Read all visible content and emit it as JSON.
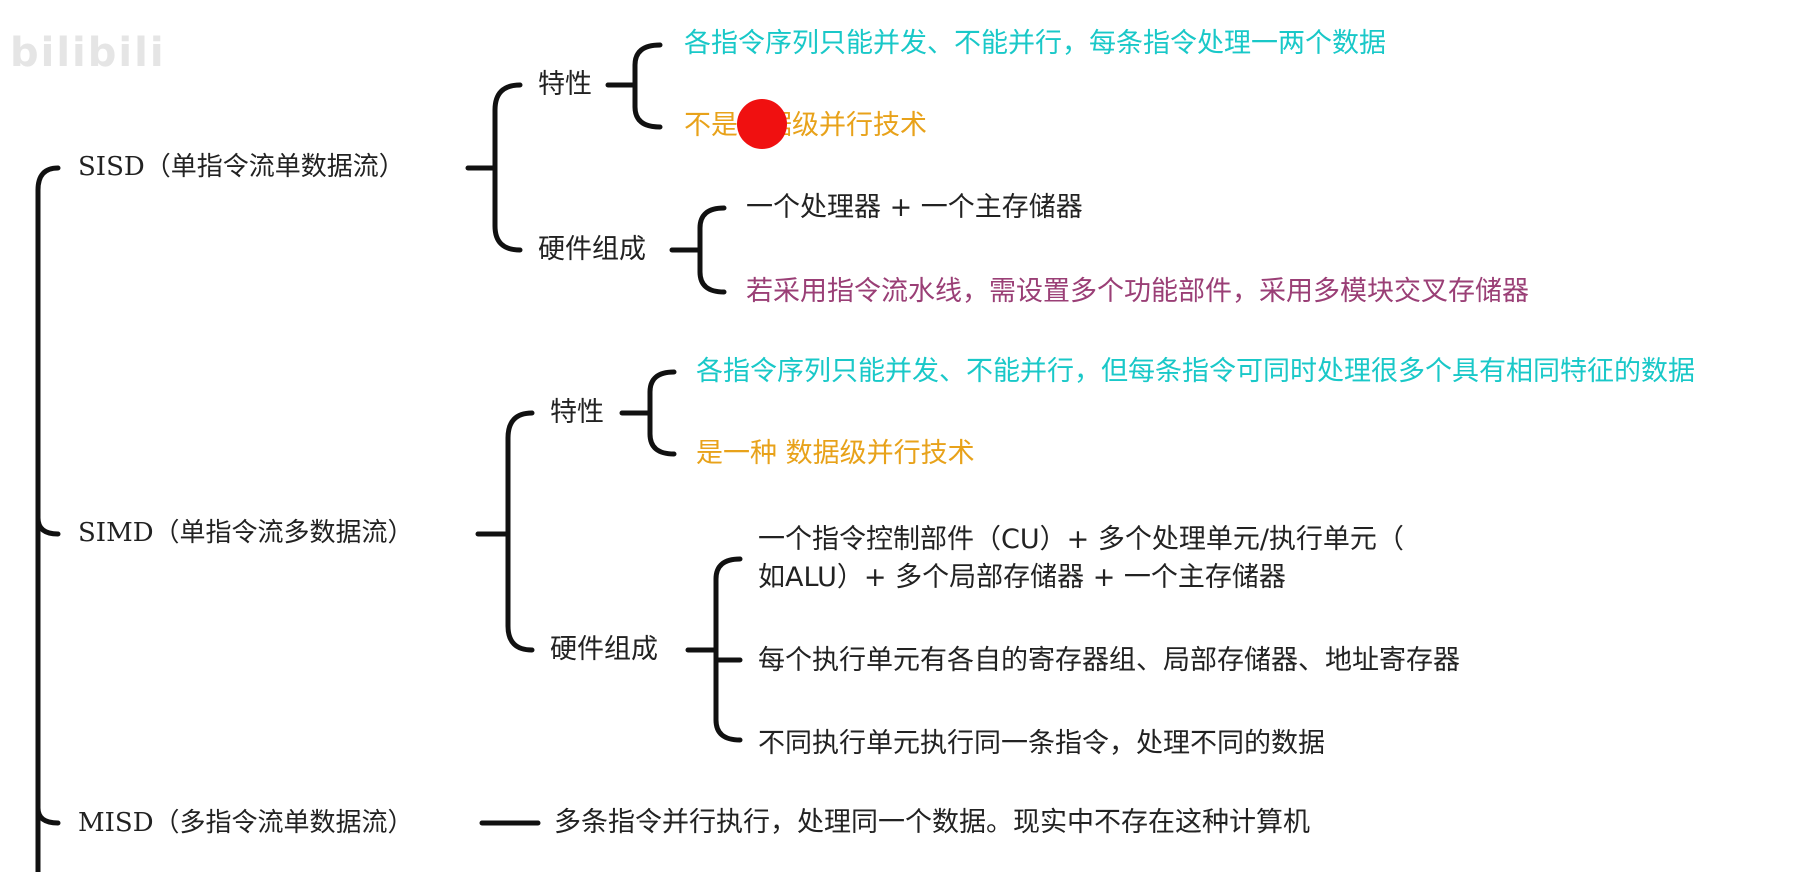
{
  "colors": {
    "cyan": "#19c8c8",
    "orange": "#e8a21a",
    "purple": "#9a3f76",
    "dark": "#222222",
    "cursor": "#f01010"
  },
  "watermark": "bilibili",
  "sisd": {
    "title": "SISD（单指令流单数据流）",
    "feature_label": "特性",
    "feature_items": [
      "各指令序列只能并发、不能并行，每条指令处理一两个数据",
      "不是数据级并行技术"
    ],
    "hardware_label": "硬件组成",
    "hardware_items": [
      "一个处理器 + 一个主存储器",
      "若采用指令流水线，需设置多个功能部件，采用多模块交叉存储器"
    ]
  },
  "simd": {
    "title": "SIMD（单指令流多数据流）",
    "feature_label": "特性",
    "feature_items": [
      "各指令序列只能并发、不能并行，但每条指令可同时处理很多个具有相同特征的数据",
      "是一种 数据级并行技术"
    ],
    "hardware_label": "硬件组成",
    "hardware_items": [
      "一个指令控制部件（CU）+ 多个处理单元/执行单元（",
      "如ALU）+ 多个局部存储器 + 一个主存储器",
      "每个执行单元有各自的寄存器组、局部存储器、地址寄存器",
      "不同执行单元执行同一条指令，处理不同的数据"
    ]
  },
  "misd": {
    "title": "MISD（多指令流单数据流）",
    "desc": "多条指令并行执行，处理同一个数据。现实中不存在这种计算机"
  }
}
